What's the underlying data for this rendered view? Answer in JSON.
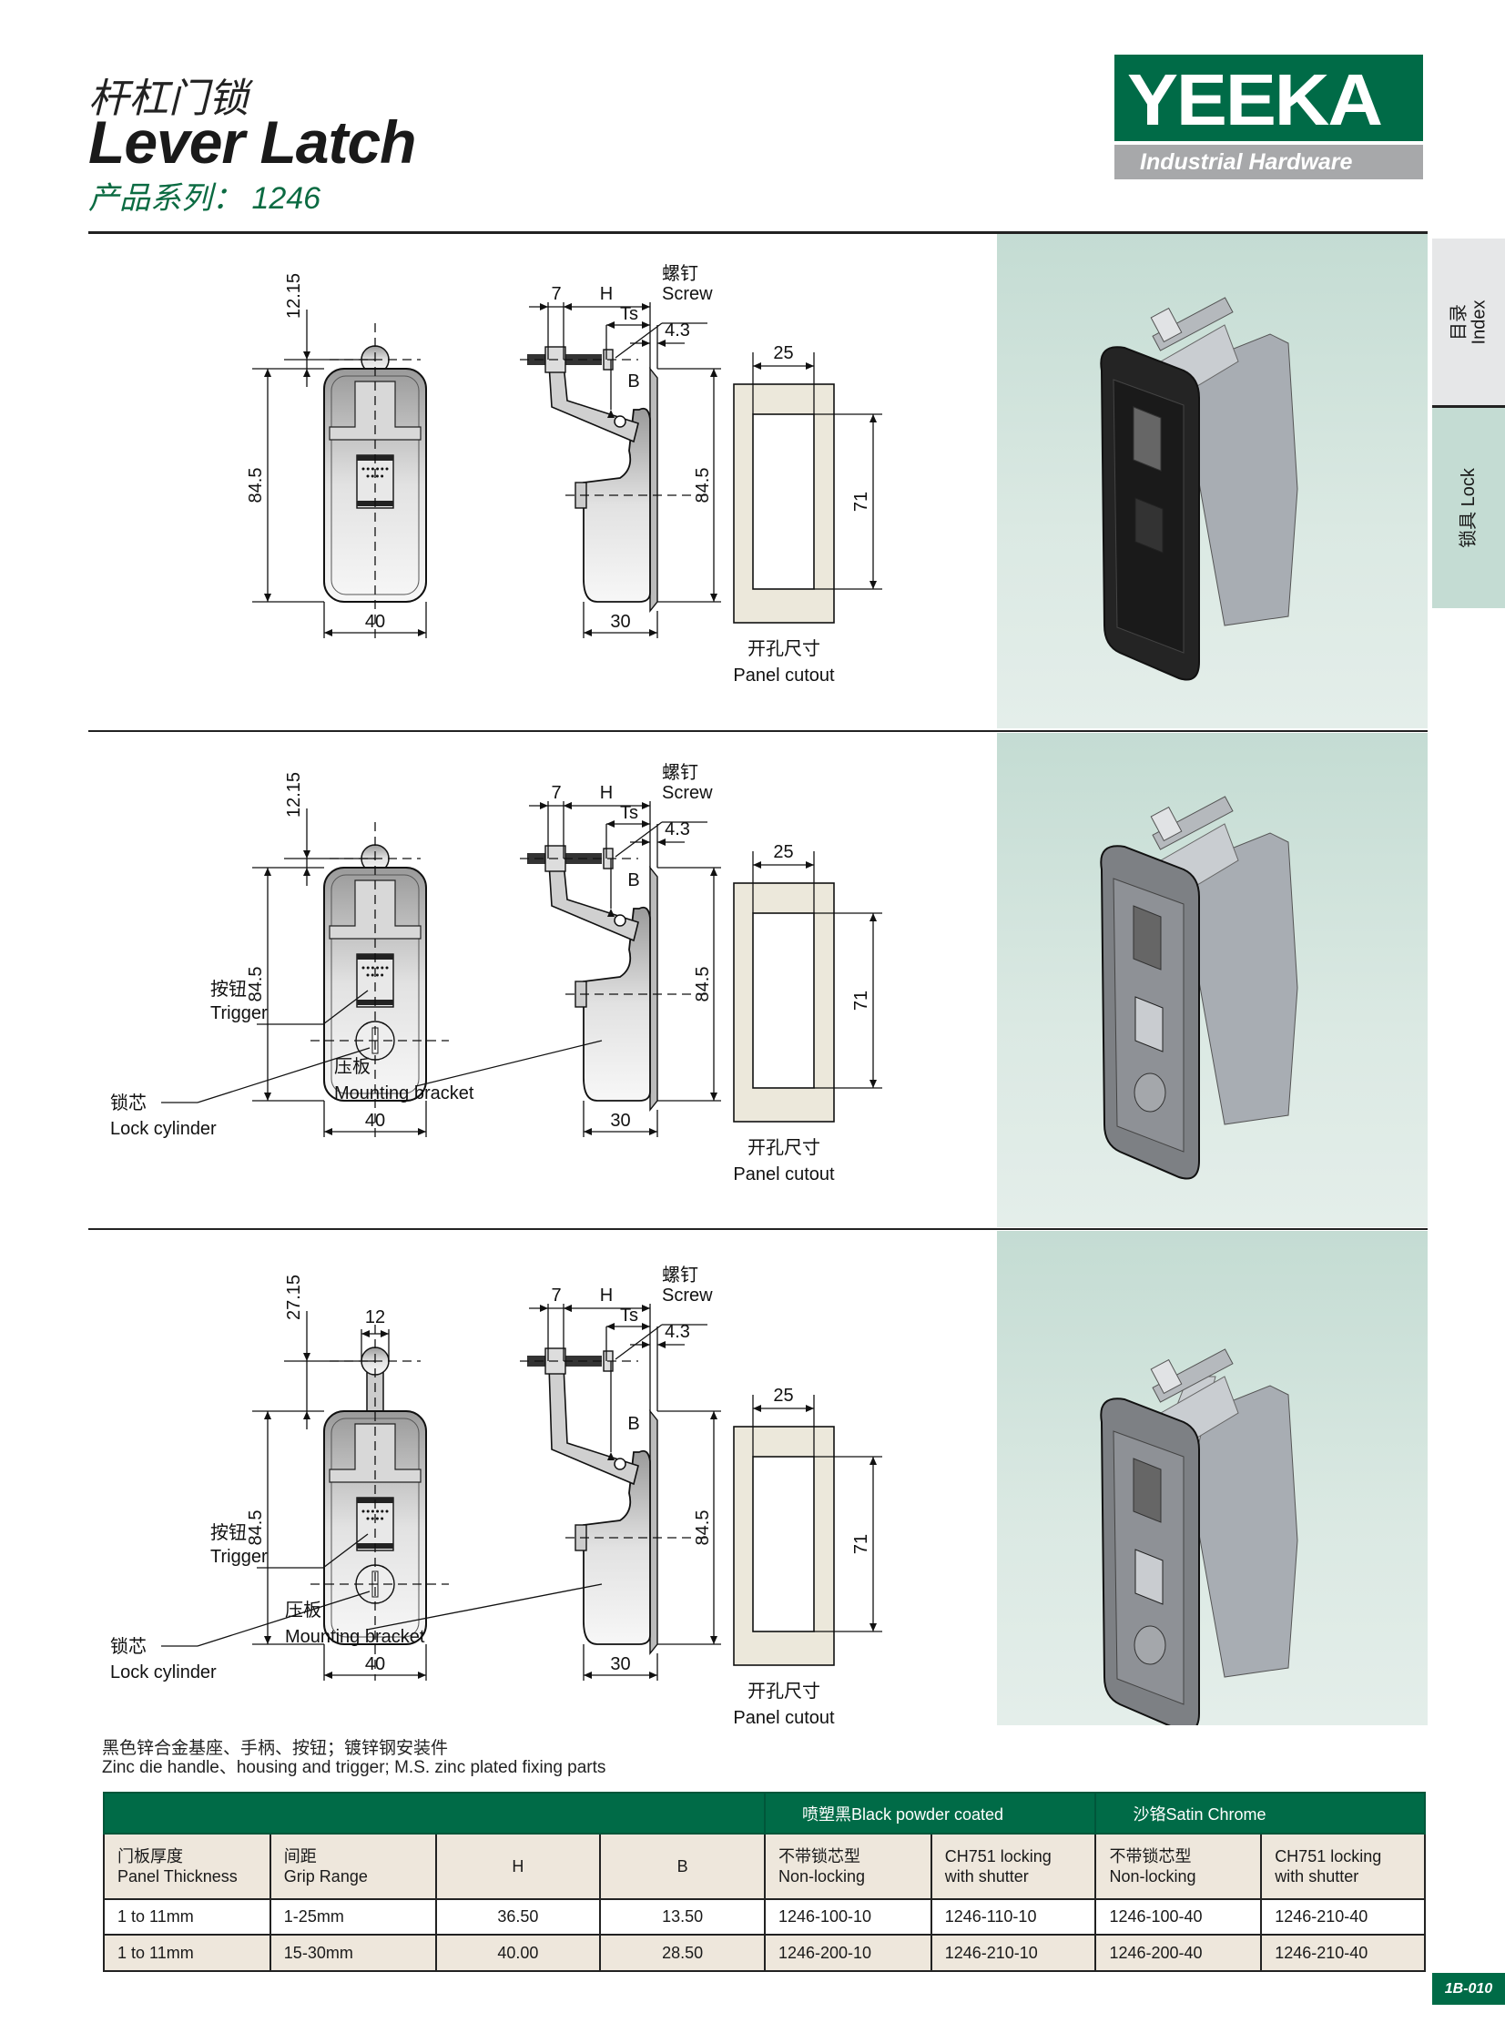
{
  "header": {
    "title_cn": "杆杠门锁",
    "title_en": "Lever Latch",
    "series": "产品系列： 1246"
  },
  "logo": {
    "brand": "YEEKA",
    "tagline": "Industrial Hardware"
  },
  "side_tabs": [
    {
      "cn": "目录",
      "en": "Index"
    },
    {
      "cn": "锁具",
      "en": "Lock"
    }
  ],
  "colors": {
    "brand_green": "#006b47",
    "panel": "#c4dcd3",
    "table_beige": "#eee7dc"
  },
  "sections": [
    {
      "top": "12.15",
      "height": "84.5",
      "height_side": "84.5",
      "width": "40",
      "depth": "30",
      "seven": "7",
      "h": "H",
      "ts": "Ts",
      "t43": "4.3",
      "b": "B",
      "cut_w": "25",
      "cut_h": "71",
      "screw_cn": "螺钉",
      "screw_en": "Screw",
      "cutout_cn": "开孔尺寸",
      "cutout_en": "Panel cutout",
      "finish": "black"
    },
    {
      "top": "12.15",
      "height": "84.5",
      "height_side": "84.5",
      "width": "40",
      "depth": "30",
      "seven": "7",
      "h": "H",
      "ts": "Ts",
      "t43": "4.3",
      "b": "B",
      "cut_w": "25",
      "cut_h": "71",
      "screw_cn": "螺钉",
      "screw_en": "Screw",
      "cutout_cn": "开孔尺寸",
      "cutout_en": "Panel cutout",
      "trigger_cn": "按钮",
      "trigger_en": "Trigger",
      "cyl_cn": "锁芯",
      "cyl_en": "Lock cylinder",
      "bracket_cn": "压板",
      "bracket_en": "Mounting bracket",
      "finish": "chrome"
    },
    {
      "top": "27.15",
      "top_w": "12",
      "height": "84.5",
      "height_side": "84.5",
      "width": "40",
      "depth": "30",
      "seven": "7",
      "h": "H",
      "ts": "Ts",
      "t43": "4.3",
      "b": "B",
      "cut_w": "25",
      "cut_h": "71",
      "screw_cn": "螺钉",
      "screw_en": "Screw",
      "cutout_cn": "开孔尺寸",
      "cutout_en": "Panel cutout",
      "trigger_cn": "按钮",
      "trigger_en": "Trigger",
      "cyl_cn": "锁芯",
      "cyl_en": "Lock cylinder",
      "bracket_cn": "压板",
      "bracket_en": "Mounting bracket",
      "finish": "chrome"
    }
  ],
  "note": {
    "cn": "黑色锌合金基座、手柄、按钮；镀锌钢安装件",
    "en": "Zinc die  handle、housing and trigger;  M.S. zinc plated fixing parts"
  },
  "table": {
    "groups": [
      "喷塑黑Black powder coated",
      "沙铬Satin Chrome"
    ],
    "headers": [
      {
        "cn": "门板厚度",
        "en": "Panel Thickness"
      },
      {
        "cn": "间距",
        "en": "Grip Range"
      },
      {
        "cn": "",
        "en": "H"
      },
      {
        "cn": "",
        "en": "B"
      },
      {
        "cn": "不带锁芯型",
        "en": "Non-locking"
      },
      {
        "cn": "CH751 locking",
        "en": "with shutter"
      },
      {
        "cn": "不带锁芯型",
        "en": "Non-locking"
      },
      {
        "cn": "CH751 locking",
        "en": "with shutter"
      }
    ],
    "rows": [
      [
        "1 to 11mm",
        "1-25mm",
        "36.50",
        "13.50",
        "1246-100-10",
        "1246-110-10",
        "1246-100-40",
        "1246-210-40"
      ],
      [
        "1 to 11mm",
        "15-30mm",
        "40.00",
        "28.50",
        "1246-200-10",
        "1246-210-10",
        "1246-200-40",
        "1246-210-40"
      ]
    ]
  },
  "page_number": "1B-010"
}
